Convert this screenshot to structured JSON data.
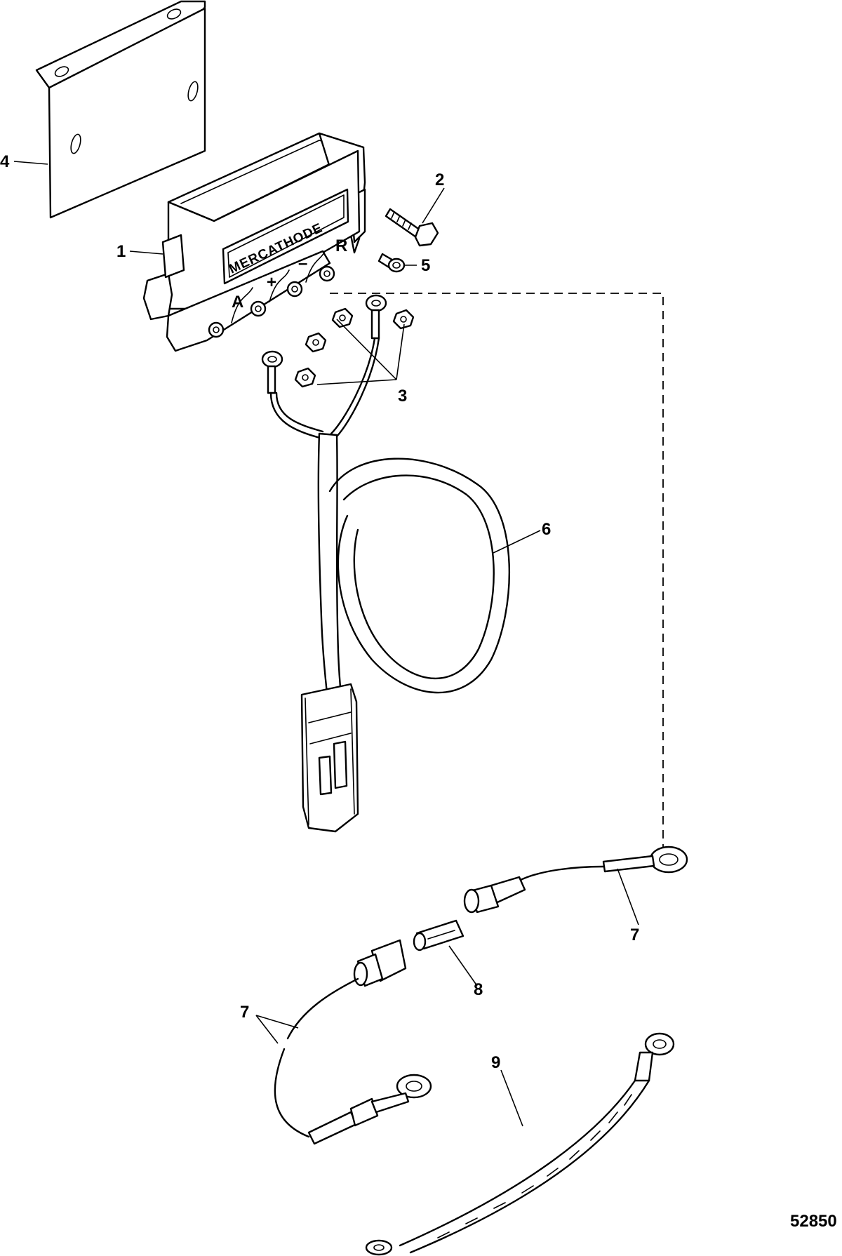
{
  "figure_number": "52850",
  "module_label": "MERCATHODE",
  "terminal_labels": [
    "A",
    "+",
    "–",
    "R"
  ],
  "callouts": [
    {
      "id": "callout-1",
      "label": "1"
    },
    {
      "id": "callout-2",
      "label": "2"
    },
    {
      "id": "callout-3",
      "label": "3"
    },
    {
      "id": "callout-4",
      "label": "4"
    },
    {
      "id": "callout-5",
      "label": "5"
    },
    {
      "id": "callout-6",
      "label": "6"
    },
    {
      "id": "callout-7a",
      "label": "7"
    },
    {
      "id": "callout-7b",
      "label": "7"
    },
    {
      "id": "callout-8",
      "label": "8"
    },
    {
      "id": "callout-9",
      "label": "9"
    }
  ]
}
